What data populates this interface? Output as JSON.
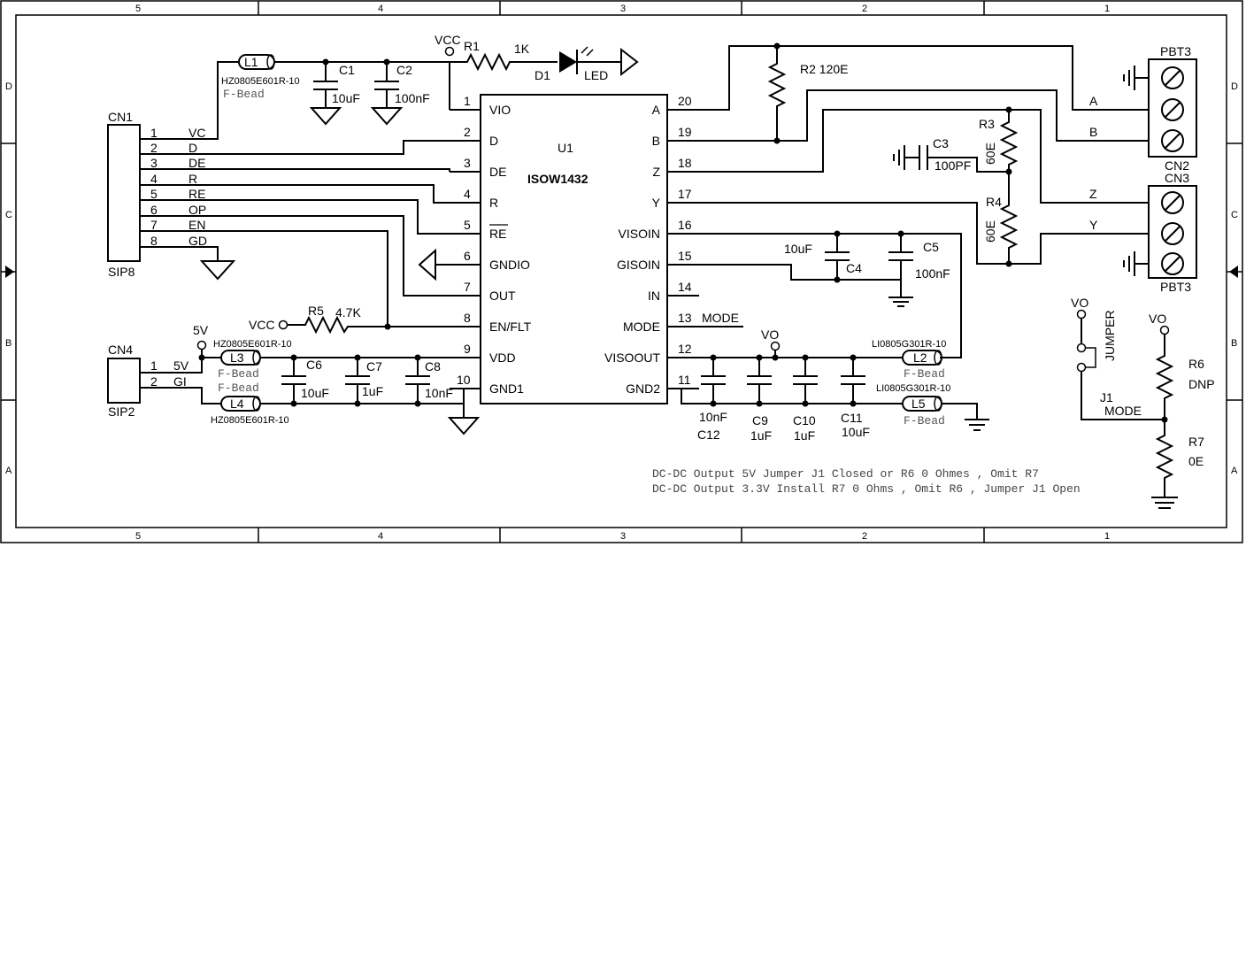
{
  "frame": {
    "columns_top": [
      "5",
      "4",
      "3",
      "2",
      "1"
    ],
    "columns_bottom": [
      "5",
      "4",
      "3",
      "2",
      "1"
    ],
    "rows_left": [
      "D",
      "C",
      "B",
      "A"
    ],
    "rows_right": [
      "D",
      "C",
      "B",
      "A"
    ]
  },
  "u1": {
    "ref": "U1",
    "part": "ISOW1432",
    "left_pins": [
      {
        "num": "1",
        "name": "VIO"
      },
      {
        "num": "2",
        "name": "D"
      },
      {
        "num": "3",
        "name": "DE"
      },
      {
        "num": "4",
        "name": "R"
      },
      {
        "num": "5",
        "name": "RE"
      },
      {
        "num": "6",
        "name": "GNDIO"
      },
      {
        "num": "7",
        "name": "OUT"
      },
      {
        "num": "8",
        "name": "EN/FLT"
      },
      {
        "num": "9",
        "name": "VDD"
      },
      {
        "num": "10",
        "name": "GND1"
      }
    ],
    "right_pins": [
      {
        "num": "20",
        "name": "A"
      },
      {
        "num": "19",
        "name": "B"
      },
      {
        "num": "18",
        "name": "Z"
      },
      {
        "num": "17",
        "name": "Y"
      },
      {
        "num": "16",
        "name": "VISOIN"
      },
      {
        "num": "15",
        "name": "GISOIN"
      },
      {
        "num": "14",
        "name": "IN"
      },
      {
        "num": "13",
        "name": "MODE"
      },
      {
        "num": "12",
        "name": "VISOOUT"
      },
      {
        "num": "11",
        "name": "GND2"
      }
    ],
    "pin13_net": "MODE"
  },
  "cn1": {
    "ref": "CN1",
    "type": "SIP8",
    "pins": [
      {
        "num": "1",
        "net": "VC"
      },
      {
        "num": "2",
        "net": "D"
      },
      {
        "num": "3",
        "net": "DE"
      },
      {
        "num": "4",
        "net": "R"
      },
      {
        "num": "5",
        "net": "RE"
      },
      {
        "num": "6",
        "net": "OP"
      },
      {
        "num": "7",
        "net": "EN"
      },
      {
        "num": "8",
        "net": "GD"
      }
    ]
  },
  "cn4": {
    "ref": "CN4",
    "type": "SIP2",
    "pins": [
      {
        "num": "1",
        "net": "5V"
      },
      {
        "num": "2",
        "net": "GI"
      }
    ]
  },
  "power_labels": {
    "vcc_top": "VCC",
    "vcc_r5": "VCC",
    "five_v": "5V",
    "vo_mid": "VO",
    "vo_jumper": "VO",
    "vo_r6": "VO"
  },
  "components": {
    "l1": {
      "ref": "L1",
      "part": "HZ0805E601R-10",
      "type": "F-Bead"
    },
    "l3": {
      "ref": "L3",
      "part": "HZ0805E601R-10",
      "type": "F-Bead"
    },
    "l4": {
      "ref": "L4",
      "part": "HZ0805E601R-10",
      "type": "F-Bead"
    },
    "l2": {
      "ref": "L2",
      "part": "LI0805G301R-10",
      "type": "F-Bead"
    },
    "l5": {
      "ref": "L5",
      "part": "LI0805G301R-10",
      "type": "F-Bead"
    },
    "c1": {
      "ref": "C1",
      "value": "10uF"
    },
    "c2": {
      "ref": "C2",
      "value": "100nF"
    },
    "c3": {
      "ref": "C3",
      "value": "100PF"
    },
    "c4": {
      "ref": "C4",
      "value": "10uF"
    },
    "c5": {
      "ref": "C5",
      "value": "100nF"
    },
    "c6": {
      "ref": "C6",
      "value": "10uF"
    },
    "c7": {
      "ref": "C7",
      "value": "1uF"
    },
    "c8": {
      "ref": "C8",
      "value": "10nF"
    },
    "c9": {
      "ref": "C9",
      "value": "1uF"
    },
    "c10": {
      "ref": "C10",
      "value": "1uF"
    },
    "c11": {
      "ref": "C11",
      "value": "10uF"
    },
    "c12": {
      "ref": "C12",
      "value": "10nF"
    },
    "r1": {
      "ref": "R1",
      "value": "1K"
    },
    "r2": {
      "ref": "R2",
      "value": "120E"
    },
    "r3": {
      "ref": "R3",
      "value": "60E"
    },
    "r4": {
      "ref": "R4",
      "value": "60E"
    },
    "r5": {
      "ref": "R5",
      "value": "4.7K"
    },
    "r6": {
      "ref": "R6",
      "value": "DNP"
    },
    "r7": {
      "ref": "R7",
      "value": "0E"
    },
    "d1": {
      "ref": "D1",
      "type": "LED"
    },
    "j1": {
      "ref": "J1",
      "type": "JUMPER",
      "net": "MODE"
    }
  },
  "terminals": {
    "cn2": {
      "ref": "CN2",
      "type": "PBT3",
      "nets": [
        "A",
        "B"
      ]
    },
    "cn3": {
      "ref": "CN3",
      "type": "PBT3",
      "nets": [
        "Z",
        "Y"
      ]
    }
  },
  "notes": [
    "DC-DC Output 5V Jumper J1 Closed or R6 0 Ohmes , Omit R7",
    "DC-DC Output 3.3V Install R7 0 Ohms , Omit R6 , Jumper J1 Open"
  ]
}
